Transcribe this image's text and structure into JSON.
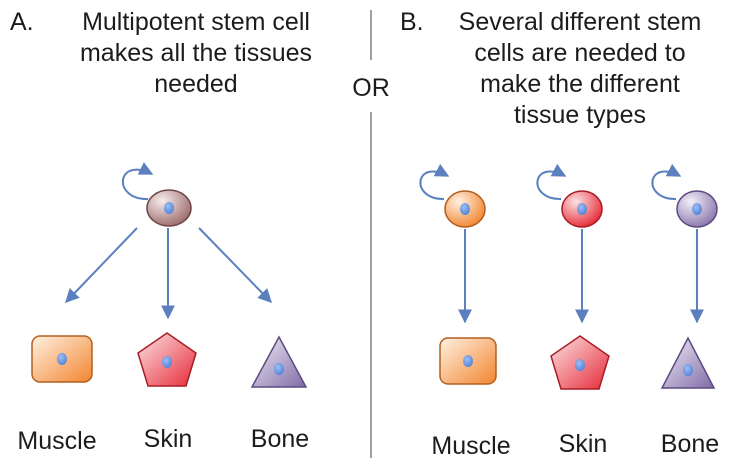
{
  "panel_a": {
    "letter": "A.",
    "heading": [
      "Multipotent stem cell",
      "makes all the tissues",
      "needed"
    ],
    "tissues": [
      "Muscle",
      "Skin",
      "Bone"
    ]
  },
  "divider": {
    "label": "OR"
  },
  "panel_b": {
    "letter": "B.",
    "heading": [
      "Several different stem",
      "cells are needed to",
      "make the different",
      "tissue types"
    ],
    "tissues": [
      "Muscle",
      "Skin",
      "Bone"
    ]
  },
  "colors": {
    "arrow": "#5b7fbf",
    "nucleus": "#5f8fe0",
    "divider": "#a0a0a0",
    "multipotent_cell": "#a06e6e",
    "muscle": "#f48a3c",
    "skin": "#e8343f",
    "bone": "#8e7ab0"
  }
}
